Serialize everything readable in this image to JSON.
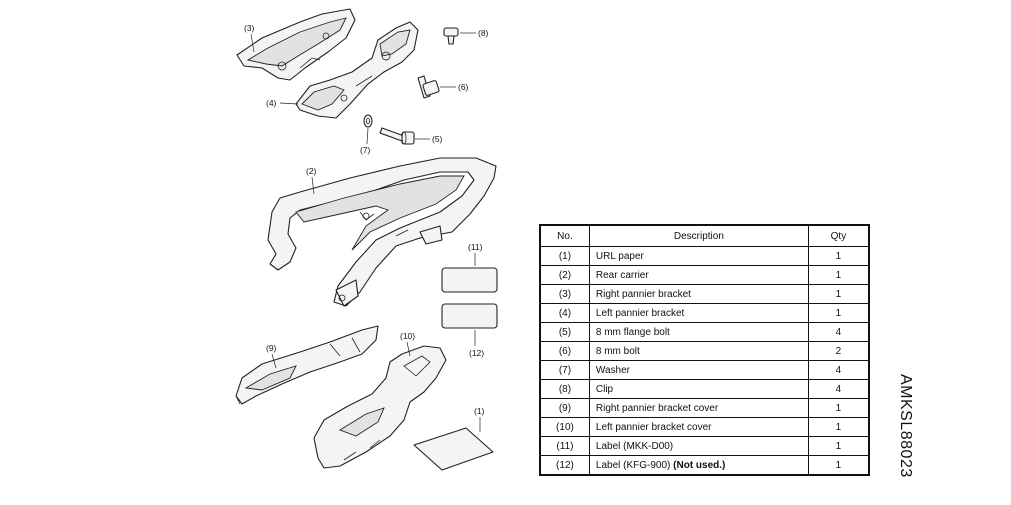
{
  "callouts": {
    "c1": "(1)",
    "c2": "(2)",
    "c3": "(3)",
    "c4": "(4)",
    "c5": "(5)",
    "c6": "(6)",
    "c7": "(7)",
    "c8": "(8)",
    "c9": "(9)",
    "c10": "(10)",
    "c11": "(11)",
    "c12": "(12)"
  },
  "parts_table": {
    "headers": {
      "no": "No.",
      "description": "Description",
      "qty": "Qty"
    },
    "rows": [
      {
        "no": "(1)",
        "description": "URL paper",
        "qty": "1"
      },
      {
        "no": "(2)",
        "description": "Rear carrier",
        "qty": "1"
      },
      {
        "no": "(3)",
        "description": "Right pannier bracket",
        "qty": "1"
      },
      {
        "no": "(4)",
        "description": "Left pannier bracket",
        "qty": "1"
      },
      {
        "no": "(5)",
        "description": "8 mm flange bolt",
        "qty": "4"
      },
      {
        "no": "(6)",
        "description": "8 mm bolt",
        "qty": "2"
      },
      {
        "no": "(7)",
        "description": "Washer",
        "qty": "4"
      },
      {
        "no": "(8)",
        "description": "Clip",
        "qty": "4"
      },
      {
        "no": "(9)",
        "description": "Right pannier bracket cover",
        "qty": "1"
      },
      {
        "no": "(10)",
        "description": "Left pannier bracket cover",
        "qty": "1"
      },
      {
        "no": "(11)",
        "description": "Label (MKK-D00)",
        "qty": "1"
      },
      {
        "no": "(12)",
        "description": "Label (KFG-900)",
        "description_note": "(Not used.)",
        "qty": "1"
      }
    ]
  },
  "document_code": "AMKSL88023"
}
